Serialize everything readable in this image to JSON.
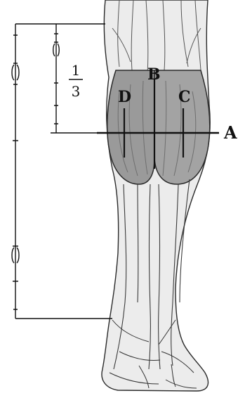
{
  "diagram": {
    "labels": {
      "a": "A",
      "b": "B",
      "c": "C",
      "d": "D"
    },
    "fraction": {
      "numerator": "1",
      "denominator": "3"
    },
    "colors": {
      "muscle_fill": "#9a9a9a",
      "muscle_dark": "#6e6e6e",
      "leg_fill": "#e9e9e9",
      "outline": "#2a2a2a",
      "line": "#111111"
    }
  }
}
